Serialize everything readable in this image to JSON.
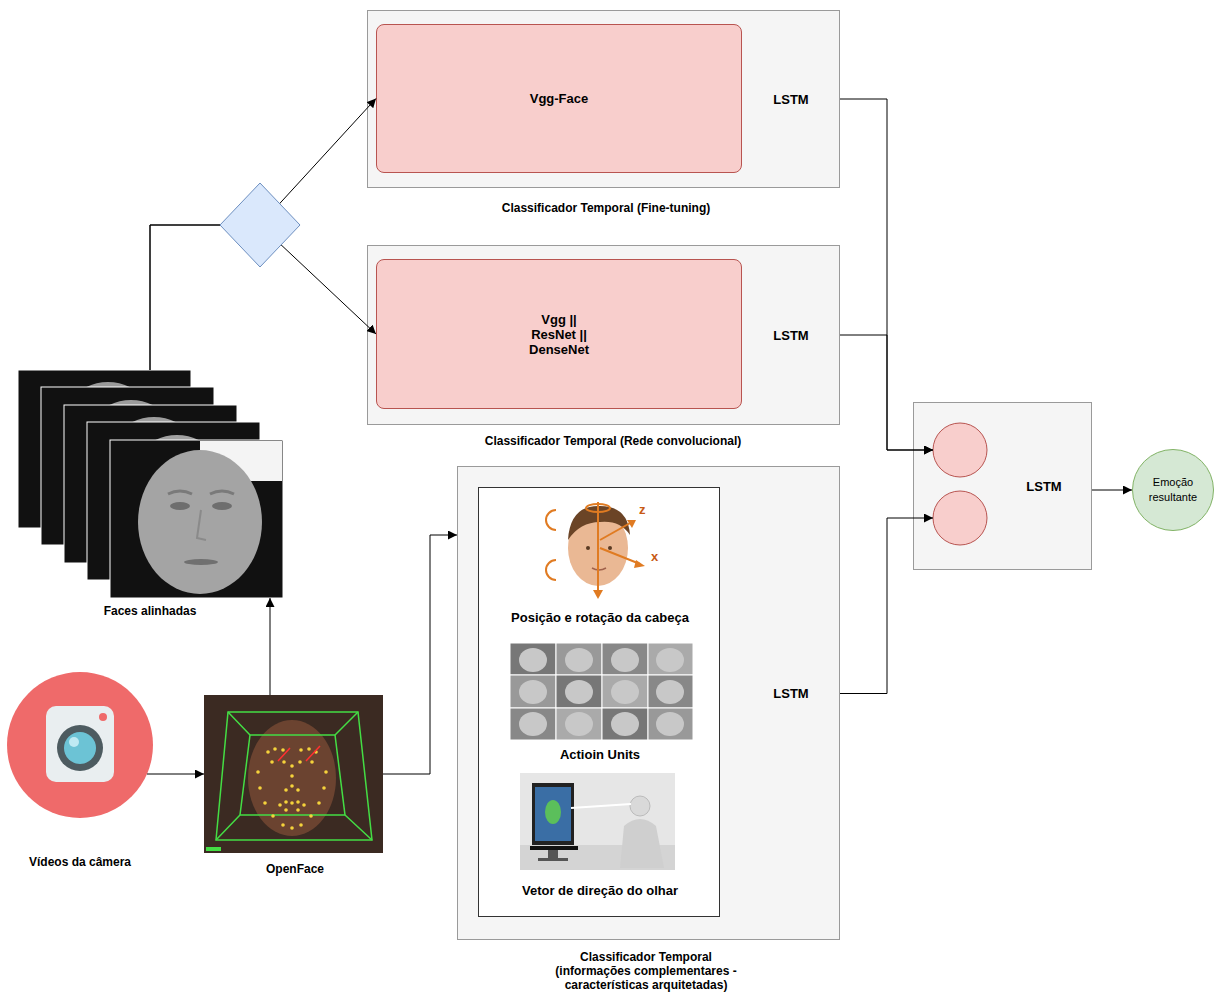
{
  "diagram": {
    "nodes": [
      {
        "text": [
          "LSTM",
          "Classificador Temporal (Fine-tuning)"
        ]
      },
      {
        "text": [
          "Vgg-Face"
        ],
        "in": 0
      },
      {
        "text": [
          "LSTM",
          "Classificador Temporal (Rede convolucional)"
        ]
      },
      {
        "text": [
          "Vgg || ResNet || DenseNet"
        ],
        "in": 2
      },
      {
        "text": [
          "Faces alinhadas"
        ]
      },
      {
        "text": [
          "Vídeos da câmera"
        ]
      },
      {
        "text": [
          "OpenFace"
        ]
      },
      {
        "text": [
          "LSTM",
          "Classificador Temporal (informações complementares - características arquitetadas)"
        ]
      },
      {
        "text": [
          "Posição e rotação da cabeça",
          "Actioin Units",
          "Vetor de direção do olhar"
        ],
        "in": 7
      },
      {
        "text": [
          "LSTM"
        ]
      },
      {
        "text": [
          "Emoção resultante"
        ]
      }
    ],
    "edges": [
      {
        "from": 5,
        "to": 6,
        "arrow": "to"
      },
      {
        "from": 6,
        "to": 4,
        "arrow": "to"
      },
      {
        "from": 6,
        "to": 7,
        "arrow": "to"
      },
      {
        "from": 4,
        "to": 1,
        "arrow": "to"
      },
      {
        "from": 4,
        "to": 3,
        "arrow": "to"
      },
      {
        "from": 0,
        "to": 9,
        "arrow": "to"
      },
      {
        "from": 2,
        "to": 9,
        "arrow": "to"
      },
      {
        "from": 7,
        "to": 9,
        "arrow": "to"
      },
      {
        "from": 9,
        "to": 10,
        "arrow": "to"
      }
    ],
    "labels": [
      "z",
      "x"
    ]
  }
}
